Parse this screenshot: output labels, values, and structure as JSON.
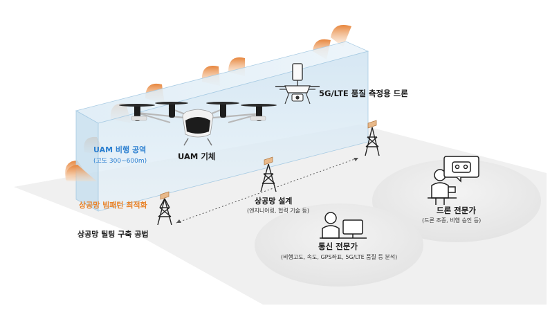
{
  "labels": {
    "drone": "5G/LTE 품질 측정용 드론",
    "uam_vehicle": "UAM 기체",
    "airspace_title": "UAM 비행 공역",
    "airspace_altitude": "(고도 300~600m)",
    "beam_opt": "상공망 빔패턴 최적화",
    "tilting": "상공망 틸팅 구축 공법",
    "design_title": "상공망 설계",
    "design_sub": "(엔지니어링, 협력 기술 등)",
    "drone_expert_title": "드론 전문가",
    "drone_expert_sub": "(드론 조종, 비행 승인 등)",
    "comm_expert_title": "통신 전문가",
    "comm_expert_sub": "(비행고도, 속도, GPS좌표, 5G/LTE 품질 등 분석)"
  },
  "colors": {
    "airspace_text": "#2b7fd0",
    "beam_text": "#e8832a",
    "beam_gradient_start": "#e9883a",
    "box_fill": "#cfe6f3",
    "ground": "#efefef",
    "circle": "#e9e9e9"
  }
}
